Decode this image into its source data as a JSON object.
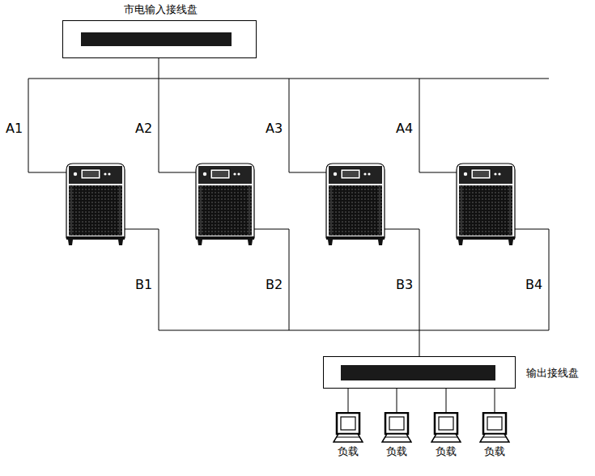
{
  "diagram": {
    "nodes": [
      {
        "text": [
          "市电输入接线盘"
        ]
      },
      {
        "text": [
          "输出接线盘"
        ]
      },
      {
        "text": [
          "负载"
        ]
      },
      {
        "text": [
          "负载"
        ]
      },
      {
        "text": [
          "负载"
        ]
      },
      {
        "text": [
          "负载"
        ]
      }
    ],
    "edges": [
      {
        "from": 1,
        "to": 2,
        "arrow": "none"
      },
      {
        "from": 1,
        "to": 3,
        "arrow": "none"
      },
      {
        "from": 1,
        "to": 4,
        "arrow": "none"
      },
      {
        "from": 1,
        "to": 5,
        "arrow": "none"
      }
    ],
    "labels": [
      "A1",
      "A2",
      "A3",
      "A4",
      "B1",
      "B2",
      "B3",
      "B4"
    ]
  }
}
